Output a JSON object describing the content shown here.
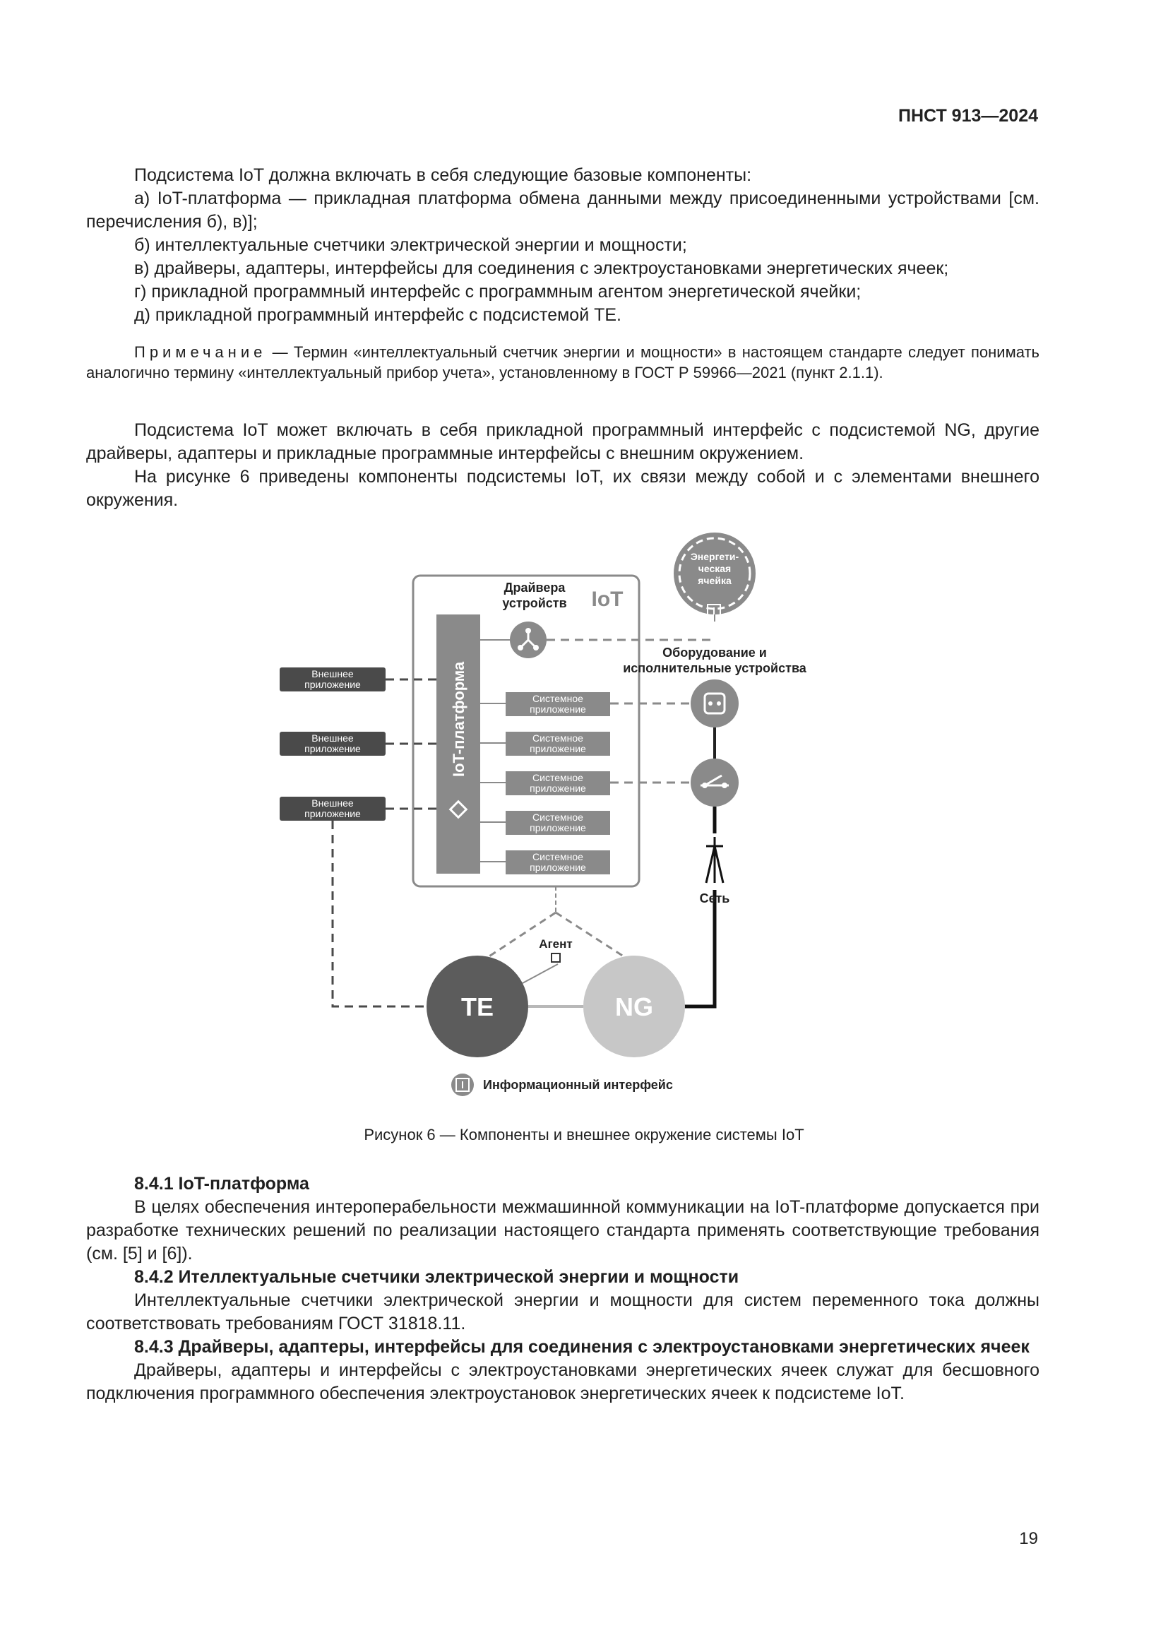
{
  "header": {
    "code": "ПНСТ 913—2024"
  },
  "intro": {
    "lead": "Подсистема IoT должна включать в себя следующие базовые компоненты:",
    "items": [
      "а) IoT-платформа — прикладная платформа обмена данными между присоединенными устройствами [см. перечисления б), в)];",
      "б) интеллектуальные счетчики электрической энергии и мощности;",
      "в) драйверы, адаптеры, интерфейсы для соединения с электроустановками энергетических ячеек;",
      "г) прикладной программный интерфейс с программным агентом энергетической ячейки;",
      "д) прикладной программный интерфейс с подсистемой ТЕ."
    ]
  },
  "note": {
    "label": "Примечание",
    "text": " — Термин «интеллектуальный счетчик энергии и мощности» в настоящем стандарте следует понимать аналогично термину «интеллектуальный прибор учета», установленному в ГОСТ Р 59966—2021 (пункт 2.1.1)."
  },
  "paragraphs": [
    "Подсистема IoT может включать в себя прикладной программный интерфейс с подсистемой NG, другие драйверы, адаптеры и прикладные программные интерфейсы с внешним окружением.",
    "На рисунке 6 приведены компоненты подсистемы IoT, их связи между собой и с элементами внешнего окружения."
  ],
  "figure": {
    "iot_label": "IoT",
    "platform_label": "IoT-платформа",
    "drivers_label": [
      "Драйвера",
      "устройств"
    ],
    "external_app": [
      "Внешнее",
      "приложение"
    ],
    "system_app": [
      "Системное",
      "приложение"
    ],
    "energy_cell": [
      "Энергети-",
      "ческая",
      "ячейка"
    ],
    "equipment_label": [
      "Оборудование и",
      "исполнительные устройства"
    ],
    "network_label": "Сеть",
    "agent_label": "Агент",
    "te_label": "TE",
    "ng_label": "NG",
    "legend_label": "Информационный интерфейс",
    "colors": {
      "dark": "#4a4a4a",
      "mid": "#8a8a8a",
      "light": "#b8b8b8",
      "te": "#5c5c5c",
      "ng": "#c7c7c7"
    }
  },
  "caption": "Рисунок 6 — Компоненты и внешнее окружение системы IoT",
  "sections": [
    {
      "heading": "8.4.1 IoT-платформа",
      "body": "В целях обеспечения интероперабельности межмашинной коммуникации на IoT-платформе допускается при разработке технических решений по реализации настоящего стандарта применять соответствующие требования (см. [5] и [6])."
    },
    {
      "heading": "8.4.2 Ителлектуальные счетчики электрической энергии и мощности",
      "body": "Интеллектуальные счетчики электрической энергии и мощности для систем переменного тока должны соответствовать требованиям ГОСТ 31818.11."
    },
    {
      "heading": "8.4.3 Драйверы, адаптеры, интерфейсы для соединения с электроустановками энергетических ячеек",
      "body": "Драйверы, адаптеры и интерфейсы с электроустановками энергетических ячеек служат для бесшовного подключения программного обеспечения электроустановок энергетических ячеек к подсистеме IoT."
    }
  ],
  "page_number": "19"
}
